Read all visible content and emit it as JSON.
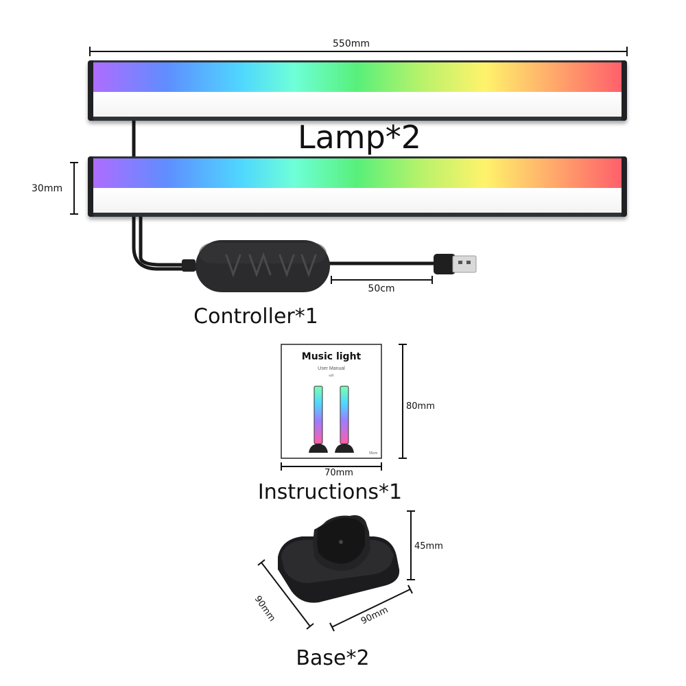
{
  "dimensions": {
    "lamp_length": "550mm",
    "lamp_height": "30mm",
    "cable_length": "50cm",
    "manual_height": "80mm",
    "manual_width": "70mm",
    "base_height": "45mm",
    "base_depth": "90mm",
    "base_width": "90mm"
  },
  "labels": {
    "lamp": "Lamp*2",
    "controller": "Controller*1",
    "instructions": "Instructions*1",
    "base": "Base*2"
  },
  "manual": {
    "title": "Music light",
    "subtitle": "User Manual",
    "tag": "wifi",
    "corner_note": "55cm"
  }
}
